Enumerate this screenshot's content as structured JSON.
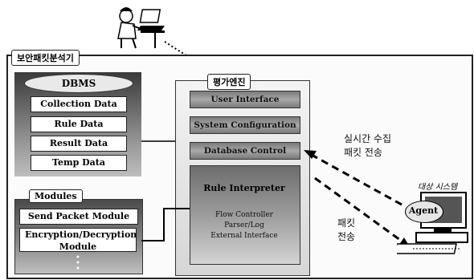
{
  "diagram": {
    "outer_title": "보안패킷분석기",
    "engine_title": "평가엔진",
    "dbms": {
      "title": "DBMS",
      "rows": [
        "Collection Data",
        "Rule Data",
        "Result Data",
        "Temp Data"
      ]
    },
    "modules": {
      "title": "Modules",
      "rows": [
        "Send Packet Module",
        "Encryption/Decryption Module"
      ]
    },
    "engine_bars": [
      "User Interface",
      "System Configuration",
      "Database Control"
    ],
    "rule": {
      "title": "Rule Interpreter",
      "items": [
        "Flow Controller",
        "Parser/Log",
        "External Interface"
      ]
    },
    "target": {
      "label": "대상 시스템",
      "agent": "Agent"
    },
    "arrow_labels": {
      "realtime_line1": "실시간 수집",
      "realtime_line2": "패킷 전송",
      "send_line1": "패킷",
      "send_line2": "전송"
    }
  }
}
